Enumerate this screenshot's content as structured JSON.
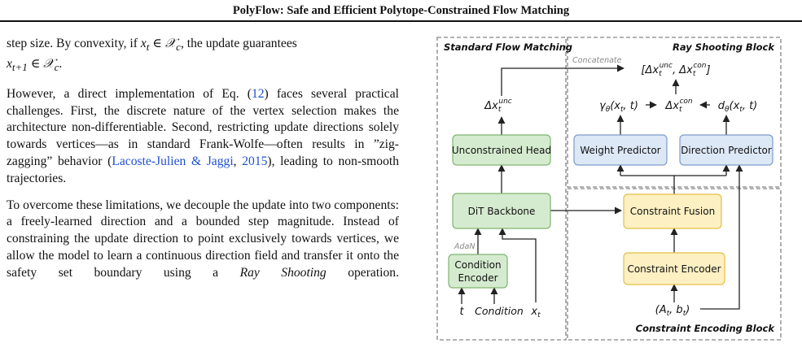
{
  "header": {
    "title": "PolyFlow: Safe and Efficient Polytope-Constrained Flow Matching"
  },
  "body": {
    "p1": {
      "a": "step size. By convexity, if ",
      "b": "x",
      "c": "t",
      "d": " ∈ 𝒳",
      "e": "c",
      "f": ", the update guarantees",
      "g": "x",
      "h": "t+1",
      "i": " ∈ 𝒳",
      "j": "c",
      "k": "."
    },
    "p2": {
      "a": "However, a direct implementation of Eq. (",
      "ref": "12",
      "b": ") faces several practical challenges. First, the discrete nature of the vertex selection makes the architecture non-differentiable. Second, restricting update directions solely towards vertices—as in standard Frank-Wolfe—often results in ”zig-zagging” behavior (",
      "cite": "Lacoste-Julien & Jaggi",
      "c": ", ",
      "year": "2015",
      "d": "), leading to non-smooth trajectories."
    },
    "p3": {
      "a": "To overcome these limitations, we decouple the update into two components: a freely-learned direction and a bounded step magnitude. Instead of constraining the update direction to point exclusively towards vertices, we allow the model to learn a continuous direction field and transfer it onto the safety set boundary using a ",
      "em": "Ray Shooting",
      "b": " operation."
    }
  },
  "figure": {
    "section_titles": {
      "standard": "Standard Flow Matching",
      "ray": "Ray Shooting Block",
      "constraint": "Constraint  Encoding Block"
    },
    "boxes": {
      "unconstrained_head": "Unconstrained Head",
      "dit_backbone": "DiT Backbone",
      "condition_encoder_line1": "Condition",
      "condition_encoder_line2": "Encoder",
      "weight_predictor": "Weight Predictor",
      "direction_predictor": "Direction Predictor",
      "constraint_fusion": "Constraint Fusion",
      "constraint_encoder": "Constraint Encoder"
    },
    "labels": {
      "adan": "AdaN",
      "concatenate": "Concatenate",
      "t": "t",
      "condition": "Condition",
      "x": "x",
      "x_sub": "t",
      "delta_unc": "Δx",
      "delta_unc_sub": "t",
      "delta_unc_sup": "unc",
      "concat_open": "[Δx",
      "concat_sub1": "t",
      "concat_sup1": "unc",
      "concat_mid": ", Δx",
      "concat_sub2": "t",
      "concat_sup2": "con",
      "concat_close": "]",
      "gamma": "γ",
      "gamma_sub": "θ",
      "gamma_args": "(x",
      "gamma_args_sub": "t",
      "gamma_args_end": ", t)",
      "delta_con": "Δx",
      "delta_con_sub": "t",
      "delta_con_sup": "con",
      "d": "d",
      "d_sub": "θ",
      "d_args": "(x",
      "d_args_sub": "t",
      "d_args_end": ", t)",
      "ab_open": "(A",
      "ab_sub1": "t",
      "ab_mid": ", b",
      "ab_sub2": "t",
      "ab_close": ")"
    },
    "colors": {
      "green_fill": "#d5ebcf",
      "green_stroke": "#7fb56f",
      "blue_fill": "#dde8f6",
      "blue_stroke": "#7d9cc8",
      "yellow_fill": "#fdf0c3",
      "yellow_stroke": "#e3bf46",
      "dash": "#9a9a9a"
    }
  }
}
